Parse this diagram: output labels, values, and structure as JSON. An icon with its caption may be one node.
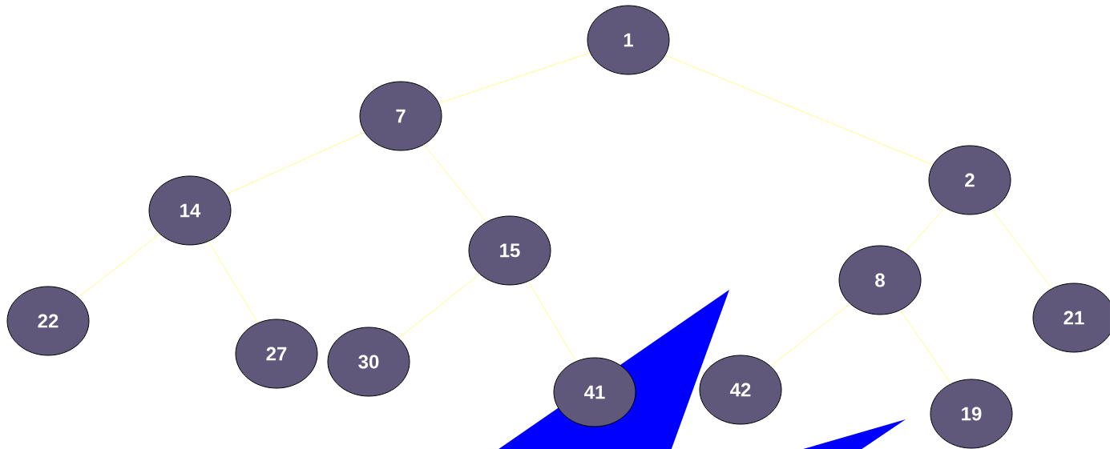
{
  "diagram": {
    "nodes": [
      {
        "text": [
          "1"
        ]
      },
      {
        "text": [
          "7"
        ]
      },
      {
        "text": [
          "2"
        ]
      },
      {
        "text": [
          "14"
        ]
      },
      {
        "text": [
          "15"
        ]
      },
      {
        "text": [
          "8"
        ]
      },
      {
        "text": [
          "21"
        ]
      },
      {
        "text": [
          "22"
        ]
      },
      {
        "text": [
          "27"
        ]
      },
      {
        "text": [
          "30"
        ]
      },
      {
        "text": [
          "41"
        ]
      },
      {
        "text": [
          "42"
        ]
      },
      {
        "text": [
          "19"
        ]
      }
    ],
    "edges": [
      {
        "from": 0,
        "to": 1,
        "arrow": "none"
      },
      {
        "from": 0,
        "to": 2,
        "arrow": "none"
      },
      {
        "from": 1,
        "to": 3,
        "arrow": "none"
      },
      {
        "from": 1,
        "to": 4,
        "arrow": "none"
      },
      {
        "from": 3,
        "to": 7,
        "arrow": "none"
      },
      {
        "from": 3,
        "to": 8,
        "arrow": "none"
      },
      {
        "from": 4,
        "to": 9,
        "arrow": "none"
      },
      {
        "from": 4,
        "to": 10,
        "arrow": "none"
      },
      {
        "from": 2,
        "to": 5,
        "arrow": "none"
      },
      {
        "from": 2,
        "to": 6,
        "arrow": "none"
      },
      {
        "from": 5,
        "to": 11,
        "arrow": "none"
      },
      {
        "from": 5,
        "to": 12,
        "arrow": "none"
      }
    ]
  }
}
